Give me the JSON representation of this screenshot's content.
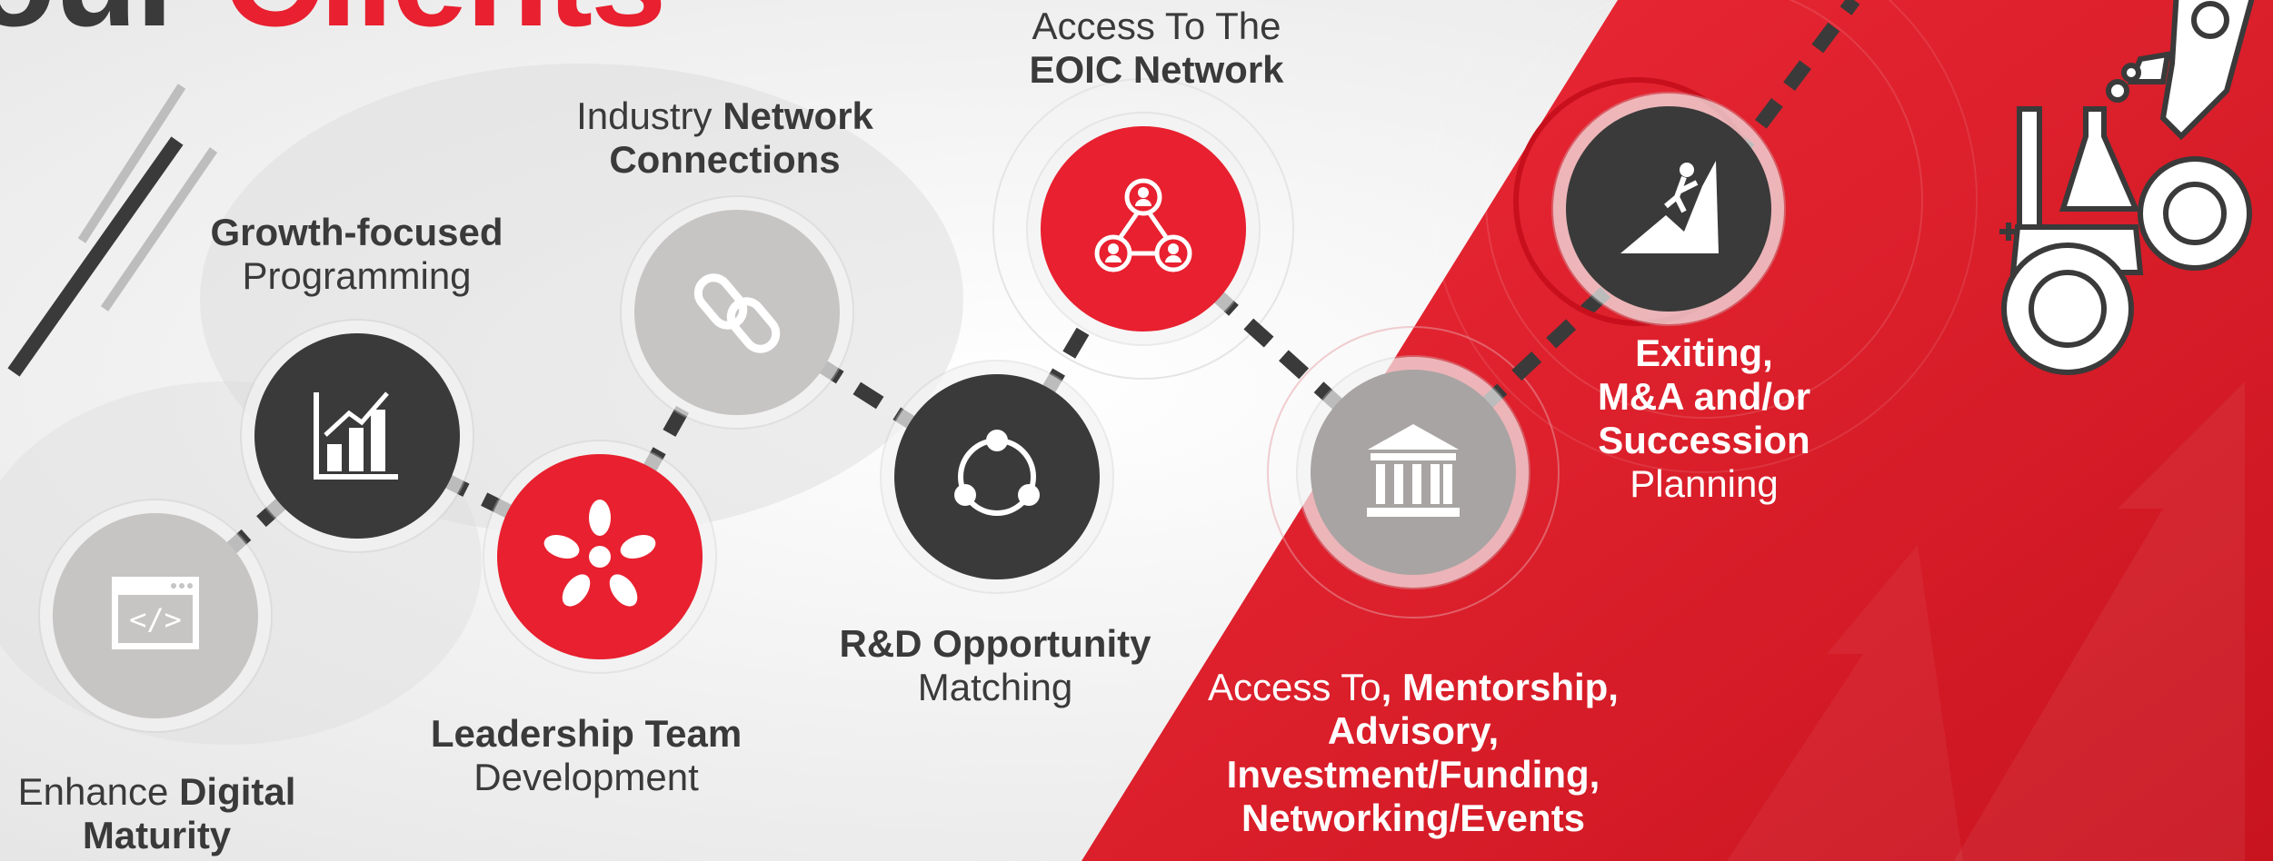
{
  "title": {
    "word1": "our",
    "word2": "Clients"
  },
  "colors": {
    "accent_red": "#e8202f",
    "dark": "#3a3a3a",
    "light_grey": "#c7c4c4",
    "mid_grey": "#a9a4a4"
  },
  "steps": [
    {
      "icon": "code-window-icon",
      "style": "light",
      "label_pre": "Enhance ",
      "label_bold": "Digital Maturity",
      "label_post": ""
    },
    {
      "icon": "bar-chart-icon",
      "style": "dark",
      "label_pre": "",
      "label_bold": "Growth-focused",
      "label_post": "Programming"
    },
    {
      "icon": "teamwork-hands-icon",
      "style": "red",
      "label_pre": "",
      "label_bold": "Leadership Team",
      "label_post": "Development"
    },
    {
      "icon": "chain-link-icon",
      "style": "light",
      "label_pre": "Industry ",
      "label_bold": "Network Connections",
      "label_post": ""
    },
    {
      "icon": "share-nodes-icon",
      "style": "dark",
      "label_pre": "",
      "label_bold": "R&D Opportunity",
      "label_post": "Matching"
    },
    {
      "icon": "network-people-icon",
      "style": "red",
      "label_pre": "Access To The ",
      "label_bold": "EOIC Network",
      "label_post": ""
    },
    {
      "icon": "institution-building-icon",
      "style": "mid",
      "label_pre": "Access To",
      "label_bold": ", Mentorship, Advisory, Investment/Funding, Networking/Events",
      "label_post": ""
    },
    {
      "icon": "climber-summit-icon",
      "style": "dark",
      "label_pre": "",
      "label_bold": "Exiting, M&A and/or Succession",
      "label_post": "Planning"
    }
  ],
  "decorations": [
    "rocket-icon",
    "lab-flasks-icon",
    "gears-icon"
  ]
}
